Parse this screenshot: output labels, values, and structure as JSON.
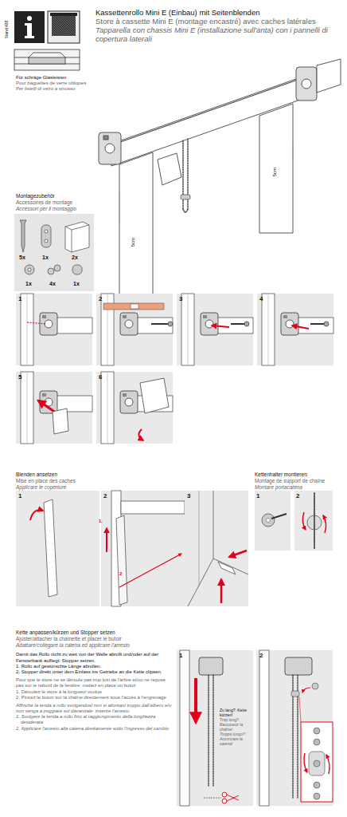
{
  "diagram": {
    "title": "Kassettenrollo Mini E (Einbau) mit Seitenblenden",
    "labels": [
      "Stand 438",
      "Store à cassette Mini E (montage encastré) avec caches latérales",
      "Tapparella con chassis Mini E (installazione sull'anta) con i pannelli di copertura laterali",
      "Für schräge Glasleisten",
      "Pour baguettes de verre obliques",
      "Per listelli di vetro a smusso",
      "5cm",
      "5cm",
      "Montagezubehör",
      "Accessoires de montage",
      "Accessori per il montaggio",
      "5x",
      "1x",
      "2x",
      "1x",
      "4x",
      "1x",
      "1",
      "2",
      "3",
      "4",
      "5",
      "6",
      "Blenden ansetzen",
      "Mise en place des caches",
      "Applicare le coperture",
      "1",
      "2",
      "3",
      "1.",
      "2",
      "Kettenhalter montieren",
      "Montage de support de chaîne",
      "Montare portacatena",
      "1",
      "2",
      "Kette anpassen/kürzen und Stopper setzen",
      "Ajuster/attacher la chaînette et placer le butoir",
      "Adattare/collegare la catena ed applicare l'arresto",
      "Damit das Rollo nicht zu weit von der Welle abrollt und/oder auf der Fensterbank aufliegt: Stopper setzen.",
      "1. Rollo auf gewünschte Länge abrollen.",
      "2. Stopper direkt unter dem Einlass ins Getriebe an die Kette clipsen.",
      "Pour que le store ne se déroule pas trop loin de l'arbre et/ou ne repose pas sur le rebord de la fenêtre: mettez en place un butoir",
      "1. Déroulez le store à la longueur voulue",
      "2. Pincez le butoir sur la chaîne directement sous l'accès à l'engrenage",
      "Affinché la tenda a rullo svolgendosi non si allontani troppo dall'albero e/o non venga a poggiare sul davanzale: inserire l'arresto",
      "1. Svolgere la tenda a rullo fino al raggiungimento della lunghezza desiderata",
      "2. Applicare l'arresto alla catena direttamente sotto l'ingresso del cambio",
      "1",
      "2",
      "Zu lang?: Kette kürzen!",
      "Trop long?: Raccourcir la chaîne!",
      "Troppo lungo?: Accorciare la catena!"
    ]
  }
}
